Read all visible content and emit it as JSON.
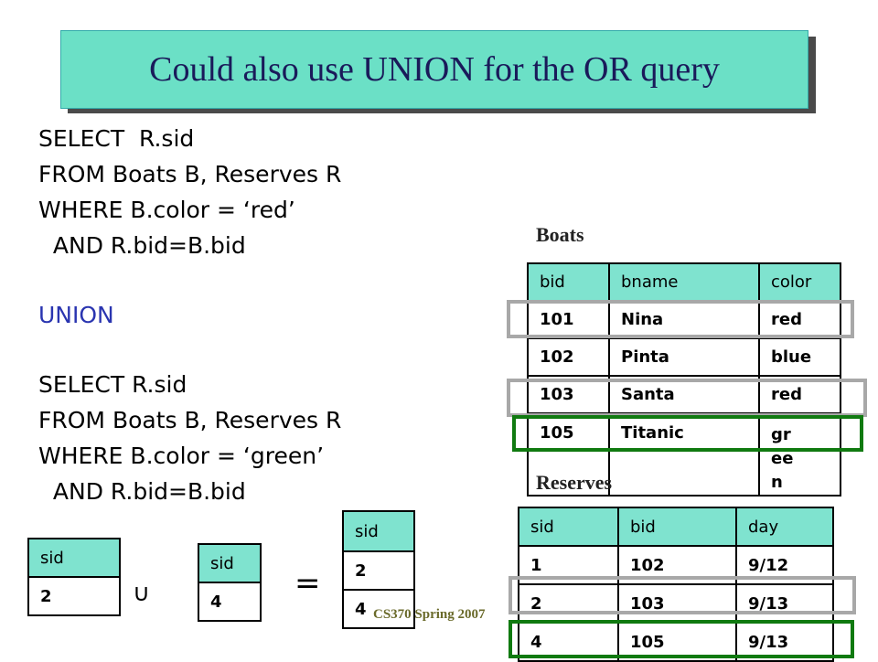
{
  "title": "Could also use UNION for the OR query",
  "sql": {
    "q1": [
      "SELECT  R.sid",
      "FROM Boats B, Reserves R",
      "WHERE B.color = ‘red’",
      "  AND R.bid=B.bid"
    ],
    "union": "UNION",
    "q2": [
      "SELECT R.sid",
      "FROM Boats B, Reserves R",
      "WHERE B.color = ‘green’",
      "  AND R.bid=B.bid"
    ]
  },
  "boats": {
    "label": "Boats",
    "headers": [
      "bid",
      "bname",
      "color"
    ],
    "rows": [
      [
        "101",
        "Nina",
        "red"
      ],
      [
        "102",
        "Pinta",
        "blue"
      ],
      [
        "103",
        "Santa",
        "red"
      ],
      [
        "105",
        "Titanic",
        "gree n"
      ]
    ]
  },
  "reserves": {
    "label": "Reserves",
    "headers": [
      "sid",
      "bid",
      "day"
    ],
    "rows": [
      [
        "1",
        "102",
        "9/12"
      ],
      [
        "2",
        "103",
        "9/13"
      ],
      [
        "4",
        "105",
        "9/13"
      ]
    ]
  },
  "result1": {
    "header": "sid",
    "value": "2"
  },
  "result2": {
    "header": "sid",
    "value": "4"
  },
  "result3": {
    "header": "sid",
    "values": [
      "2",
      "4"
    ]
  },
  "ops": {
    "union_symbol": "∪",
    "equals": "="
  },
  "footer": "CS370 Spring 2007",
  "colors": {
    "title_bg": "#6be0c6",
    "header_bg": "#7fe3cf",
    "highlight_gray": "#a8a8a8",
    "highlight_green": "#107a10",
    "union_keyword": "#2a35b0"
  }
}
